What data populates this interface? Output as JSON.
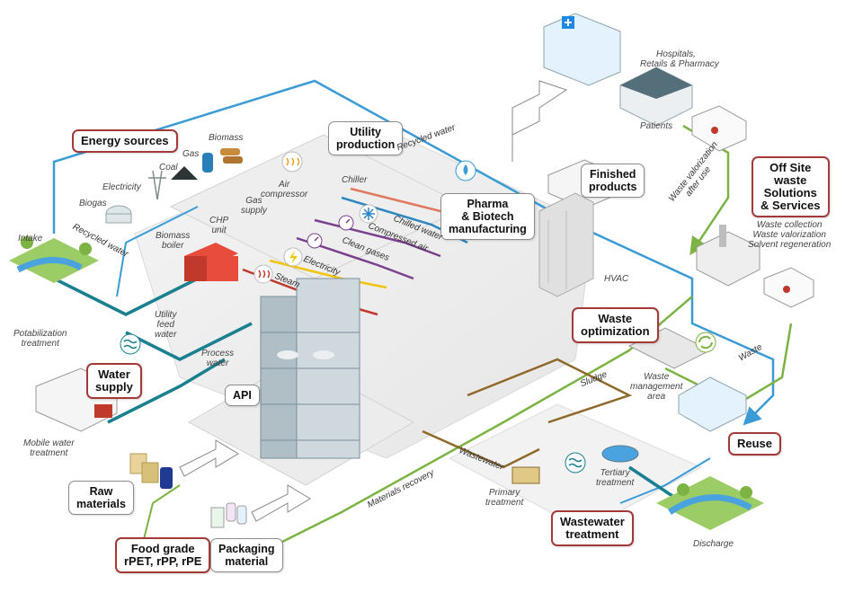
{
  "boxes": {
    "energy_sources": "Energy sources",
    "utility_production_1": "Utility",
    "utility_production_2": "production",
    "pharma_1": "Pharma",
    "pharma_2": "& Biotech",
    "pharma_3": "manufacturing",
    "finished_1": "Finished",
    "finished_2": "products",
    "offsite_1": "Off Site",
    "offsite_2": "waste",
    "offsite_3": "Solutions",
    "offsite_4": "& Services",
    "waste_opt_1": "Waste",
    "waste_opt_2": "optimization",
    "water_supply_1": "Water",
    "water_supply_2": "supply",
    "api": "API",
    "reuse": "Reuse",
    "raw_1": "Raw",
    "raw_2": "materials",
    "wastewater_1": "Wastewater",
    "wastewater_2": "treatment",
    "food_1": "Food grade",
    "food_2": "rPET, rPP, rPE",
    "pack_1": "Packaging",
    "pack_2": "material"
  },
  "labels": {
    "hospitals_1": "Hospitals,",
    "hospitals_2": "Retails & Pharmacy",
    "patients": "Patients",
    "biomass": "Biomass",
    "gas": "Gas",
    "coal": "Coal",
    "electricity_src": "Electricity",
    "biogas": "Biogas",
    "chp_1": "CHP",
    "chp_2": "unit",
    "gas_supply_1": "Gas",
    "gas_supply_2": "supply",
    "air_comp_1": "Air",
    "air_comp_2": "compressor",
    "chiller": "Chiller",
    "biomass_boiler_1": "Biomass",
    "biomass_boiler_2": "boiler",
    "intake": "Intake",
    "potab_1": "Potabilization",
    "potab_2": "treatment",
    "utility_feed_1": "Utility",
    "utility_feed_2": "feed",
    "utility_feed_3": "water",
    "process_water_1": "Process",
    "process_water_2": "water",
    "mobile_1": "Mobile water",
    "mobile_2": "treatment",
    "hvac": "HVAC",
    "waste_val_1": "Waste valorization",
    "waste_val_2": "after use",
    "services_1": "Waste collection",
    "services_2": "Waste valorization",
    "services_3": "Solvent regeneration",
    "waste_mgmt_1": "Waste",
    "waste_mgmt_2": "management",
    "waste_mgmt_3": "area",
    "primary_1": "Primary",
    "primary_2": "treatment",
    "tertiary_1": "Tertiary",
    "tertiary_2": "treatment",
    "discharge": "Discharge"
  },
  "flows": {
    "recycled_water_top": "Recycled water",
    "recycled_water_left": "Recycled water",
    "steam": "Steam",
    "electricity": "Electricity",
    "clean_gases": "Clean gases",
    "compressed_air": "Compressed air",
    "chilled_water": "Chilled water",
    "sludge": "Sludge",
    "wastewater": "Wastewater",
    "waste": "Waste",
    "materials_recovery": "Materials recovery"
  },
  "colors": {
    "water_line": "#3a9bd5",
    "green_line": "#7cb342",
    "brown_line": "#8d6a2a",
    "box_border_red": "#a33a3a",
    "steam_line": "#c0392b",
    "electricity_line": "#f1c40f",
    "gas_line": "#7b3f8f",
    "chilled_line": "#2e86c1",
    "teal_pipe": "#1a7f8e"
  },
  "icons": [
    "truck-icon",
    "building-icon",
    "tree-icon",
    "cloud-icon",
    "snowflake-icon",
    "lightning-icon",
    "recycle-icon",
    "water-wave-icon",
    "gauge-icon",
    "heat-icon"
  ]
}
